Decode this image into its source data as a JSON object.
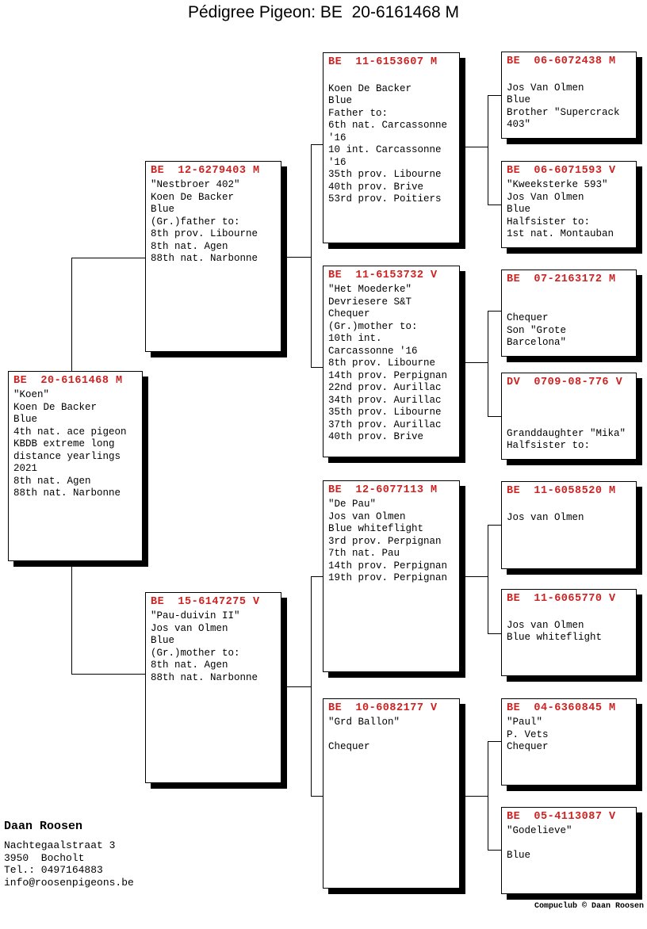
{
  "title": "Pédigree Pigeon: BE  20-6161468 M",
  "colors": {
    "ring_red": "#cc2222",
    "text": "#000000",
    "shadow": "#000000"
  },
  "boxes": [
    {
      "role": "subject",
      "ring": "BE  20-6161468 M",
      "lines": [
        "\"Koen\"",
        "Koen De Backer",
        "Blue",
        "4th nat. ace pigeon",
        "KBDB extreme long",
        "distance yearlings",
        "2021",
        "8th nat. Agen",
        "88th nat. Narbonne"
      ]
    },
    {
      "role": "father",
      "ring": "BE  12-6279403 M",
      "lines": [
        "\"Nestbroer 402\"",
        "Koen De Backer",
        "Blue",
        "(Gr.)father to:",
        "8th prov. Libourne",
        "8th nat. Agen",
        "88th nat. Narbonne"
      ]
    },
    {
      "role": "mother",
      "ring": "BE  15-6147275 V",
      "lines": [
        "\"Pau-duivin II\"",
        "Jos van Olmen",
        "Blue",
        "(Gr.)mother to:",
        "8th nat. Agen",
        "88th nat. Narbonne"
      ]
    },
    {
      "role": "paternal-grandfather",
      "ring": "BE  11-6153607 M",
      "lines": [
        "",
        "Koen De Backer",
        "Blue",
        "Father to:",
        "6th nat. Carcassonne",
        "'16",
        "10 int. Carcassonne",
        "'16",
        "35th prov. Libourne",
        "40th prov. Brive",
        "53rd prov. Poitiers"
      ]
    },
    {
      "role": "paternal-grandmother",
      "ring": "BE  11-6153732 V",
      "lines": [
        "\"Het Moederke\"",
        "Devriesere S&T",
        "Chequer",
        "(Gr.)mother to:",
        "10th int.",
        "Carcassonne '16",
        "8th prov. Libourne",
        "14th prov. Perpignan",
        "22nd prov. Aurillac",
        "34th prov. Aurillac",
        "35th prov. Libourne",
        "37th prov. Aurillac",
        "40th prov. Brive"
      ]
    },
    {
      "role": "maternal-grandfather",
      "ring": "BE  12-6077113 M",
      "lines": [
        "\"De Pau\"",
        "Jos van Olmen",
        "Blue whiteflight",
        "3rd prov. Perpignan",
        "7th nat. Pau",
        "14th prov. Perpignan",
        "19th prov. Perpignan"
      ]
    },
    {
      "role": "maternal-grandmother",
      "ring": "BE  10-6082177 V",
      "lines": [
        "\"Grd Ballon\"",
        "",
        "Chequer"
      ]
    },
    {
      "role": "great-grandfather-paternal-1",
      "ring": "BE  06-6072438 M",
      "lines": [
        "",
        "Jos Van Olmen",
        "Blue",
        "Brother \"Supercrack",
        "403\""
      ]
    },
    {
      "role": "great-grandmother-paternal-1",
      "ring": "BE  06-6071593 V",
      "lines": [
        "\"Kweeksterke 593\"",
        "Jos Van Olmen",
        "Blue",
        "Halfsister to:",
        "1st nat. Montauban"
      ]
    },
    {
      "role": "great-grandfather-paternal-2",
      "ring": "BE  07-2163172 M",
      "lines": [
        "",
        "",
        "Chequer",
        "Son \"Grote",
        "Barcelona\""
      ]
    },
    {
      "role": "great-grandmother-paternal-2",
      "ring": "DV  0709-08-776 V",
      "lines": [
        "",
        "",
        "",
        "Granddaughter \"Mika\"",
        "Halfsister to:"
      ]
    },
    {
      "role": "great-grandfather-maternal-1",
      "ring": "BE  11-6058520 M",
      "lines": [
        "",
        "Jos van Olmen"
      ]
    },
    {
      "role": "great-grandmother-maternal-1",
      "ring": "BE  11-6065770 V",
      "lines": [
        "",
        "Jos van Olmen",
        "Blue whiteflight"
      ]
    },
    {
      "role": "great-grandfather-maternal-2",
      "ring": "BE  04-6360845 M",
      "lines": [
        "\"Paul\"",
        "P. Vets",
        "Chequer"
      ]
    },
    {
      "role": "great-grandmother-maternal-2",
      "ring": "BE  05-4113087 V",
      "lines": [
        "\"Godelieve\"",
        "",
        "Blue"
      ]
    }
  ],
  "owner": {
    "name": "Daan Roosen",
    "lines": [
      "Nachtegaalstraat 3",
      "3950  Bocholt",
      "Tel.: 0497164883",
      "info@roosenpigeons.be"
    ]
  },
  "credit": "Compuclub © Daan Roosen"
}
